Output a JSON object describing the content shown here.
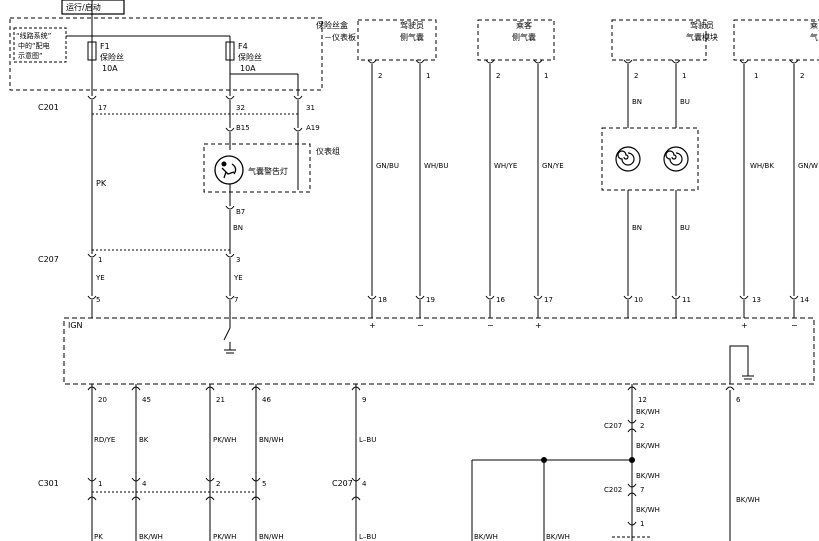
{
  "header": {
    "run_start": "运行/启动"
  },
  "fuse_block": {
    "ref_note": [
      "“线路系统”",
      "中的“配电",
      "示意图”"
    ],
    "fuses": [
      {
        "id": "F1",
        "name": "保险丝",
        "rating": "10A"
      },
      {
        "id": "F4",
        "name": "保险丝",
        "rating": "10A"
      }
    ]
  },
  "connectors": {
    "c201": "C201",
    "c201_pins": [
      "17",
      "32",
      "31"
    ],
    "ip_pins": [
      "B15",
      "A19",
      "B7"
    ],
    "c207_top": "C207",
    "c207_top_pins": [
      "1",
      "3"
    ],
    "c207_mid": "C207",
    "c207_mid_pin_a": "2",
    "c207_bot": "C207",
    "c207_bot_pin": "4",
    "c202": "C202",
    "c202_pins": [
      "7",
      "1"
    ],
    "c301": "C301",
    "c301_pins": [
      "1",
      "4",
      "2",
      "5"
    ]
  },
  "cluster": {
    "label": "仪表组",
    "lamp": "气囊警告灯"
  },
  "wires": {
    "pk": "PK",
    "bn": "BN",
    "ye": "YE",
    "gnbu": "GN/BU",
    "whbu": "WH/BU",
    "whye": "WH/YE",
    "gnye": "GN/YE",
    "bn2": "BN",
    "bu2": "BU",
    "bn3": "BN",
    "bu3": "BU",
    "whbk": "WH/BK",
    "gnw": "GN/W",
    "rdye": "RD/YE",
    "bk": "BK",
    "pkwh": "PK/WH",
    "bnwh": "BN/WH",
    "lbu": "L–BU",
    "bkwh_a": "BK/WH",
    "bkwh_b": "BK/WH",
    "bkwh_c": "BK/WH",
    "bkwh_right": "BK/WH",
    "pk_b": "PK",
    "bkwh_d": "BK/WH",
    "pkwh_b": "PK/WH",
    "bnwh_b": "BN/WH",
    "lbu_b": "L–BU",
    "bkwh_e": "BK/WH",
    "bkwh_f": "BK/WH"
  },
  "devices": {
    "fuse_panel": [
      "保险丝盒",
      "－仪表板"
    ],
    "driver_side": [
      "驾驶员",
      "侧气囊"
    ],
    "pass_side": [
      "乘客",
      "侧气囊"
    ],
    "driver_module": [
      "驾驶员",
      "气囊模块"
    ],
    "edge_module": [
      "乘",
      "气"
    ]
  },
  "module": {
    "ign": "IGN",
    "top_pins": [
      "5",
      "7",
      "18",
      "19",
      "16",
      "17",
      "10",
      "11",
      "13",
      "14"
    ],
    "polarity": [
      "+",
      "−",
      "−",
      "+",
      "+",
      "−"
    ],
    "bottom_pins": [
      "20",
      "45",
      "21",
      "46",
      "9",
      "12",
      "6"
    ],
    "bottom_pin_top_gap": [
      "2",
      "1"
    ]
  },
  "top_pin_labels": [
    "2",
    "1",
    "2",
    "1",
    "2",
    "1",
    "1",
    "2"
  ]
}
